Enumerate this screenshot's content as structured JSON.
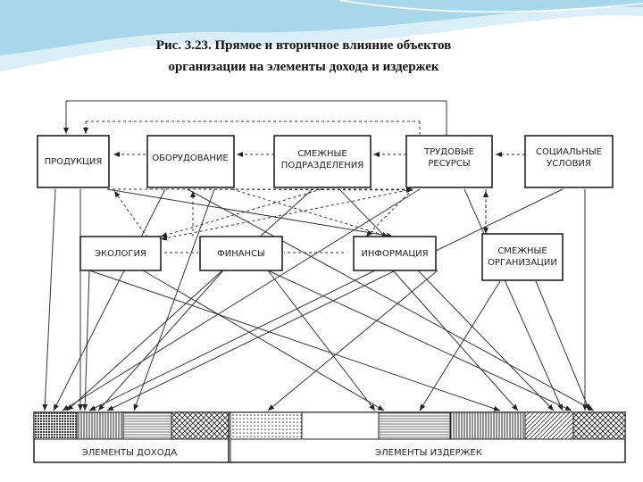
{
  "title": {
    "line1": "Рис. 3.23. Прямое и вторичное влияние объектов",
    "line2": "организации на элементы дохода и издержек"
  },
  "nodes": {
    "produkciya": "ПРОДУКЦИЯ",
    "oborudovanie": "ОБОРУДОВАНИЕ",
    "smezhnye_podr_1": "СМЕЖНЫЕ",
    "smezhnye_podr_2": "ПОДРАЗДЕЛЕНИЯ",
    "trudovye_1": "ТРУДОВЫЕ",
    "trudovye_2": "РЕСУРСЫ",
    "socialnye_1": "СОЦИАЛЬНЫЕ",
    "socialnye_2": "УСЛОВИЯ",
    "ekologiya": "ЭКОЛОГИЯ",
    "finansy": "ФИНАНСЫ",
    "informaciya": "ИНФОРМАЦИЯ",
    "smezhnye_org_1": "СМЕЖНЫЕ",
    "smezhnye_org_2": "ОРГАНИЗАЦИИ"
  },
  "bottom": {
    "income": "ЭЛЕМЕНТЫ ДОХОДА",
    "costs": "ЭЛЕМЕНТЫ ИЗДЕРЖЕК"
  },
  "colors": {
    "wave_light": "#cfe8f4",
    "wave_mid": "#9fd0e6",
    "stroke": "#222222"
  }
}
